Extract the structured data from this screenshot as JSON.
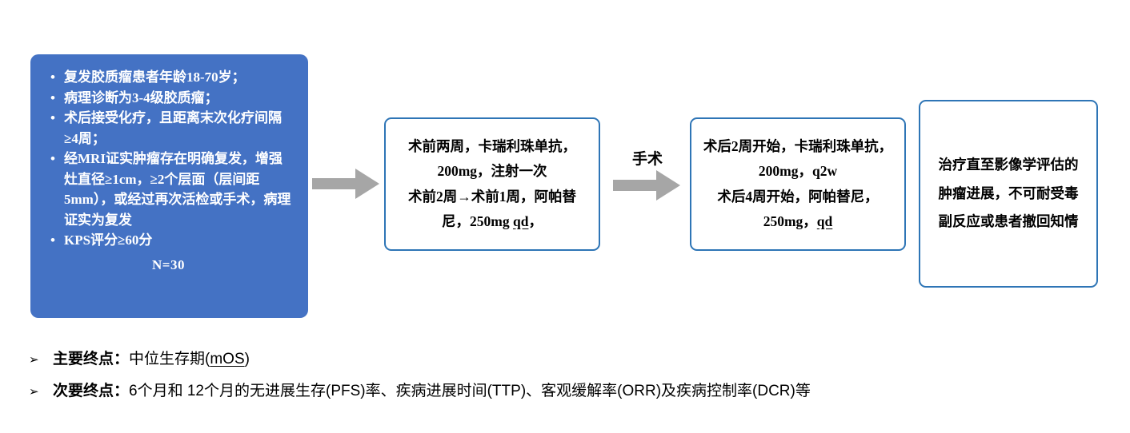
{
  "colors": {
    "accent_blue": "#4472C4",
    "box_border_blue": "#2E75B6",
    "arrow_gray": "#A6A6A6",
    "text_white": "#FFFFFF",
    "text_black": "#000000"
  },
  "flow": {
    "bullet_char": "•",
    "inclusion": {
      "bullets": [
        "复发胶质瘤患者年龄18-70岁；",
        "病理诊断为3-4级胶质瘤；",
        "术后接受化疗，且距离末次化疗间隔≥4周；",
        "经MRI证实肿瘤存在明确复发，增强灶直径≥1cm，≥2个层面（层间距5mm），或经过再次活检或手术，病理证实为复发",
        "KPS评分≥60分"
      ],
      "n_label": "N=30"
    },
    "preop_box": {
      "line1": "术前两周，卡瑞利珠单抗，200mg，注射一次",
      "line2_pre": "术前2周→术前1周，阿帕替尼，250mg ",
      "line2_underlined": "qd",
      "line2_post": "，"
    },
    "surgery_label": "手术",
    "postop_box": {
      "line1": "术后2周开始，卡瑞利珠单抗，200mg，q2w",
      "line2_pre": "术后4周开始，阿帕替尼，250mg，",
      "line2_underlined": "qd",
      "line2_post": ""
    },
    "continuation_box": {
      "text": "治疗直至影像学评估的肿瘤进展，不可耐受毒副反应或患者撤回知情"
    }
  },
  "endpoints": {
    "marker_char": "➢",
    "primary": {
      "label": "主要终点：",
      "value_pre": "中位生存期(",
      "value_underlined": "mOS",
      "value_post": ")"
    },
    "secondary": {
      "label": "次要终点：",
      "value": "6个月和 12个月的无进展生存(PFS)率、疾病进展时间(TTP)、客观缓解率(ORR)及疾病控制率(DCR)等"
    }
  }
}
